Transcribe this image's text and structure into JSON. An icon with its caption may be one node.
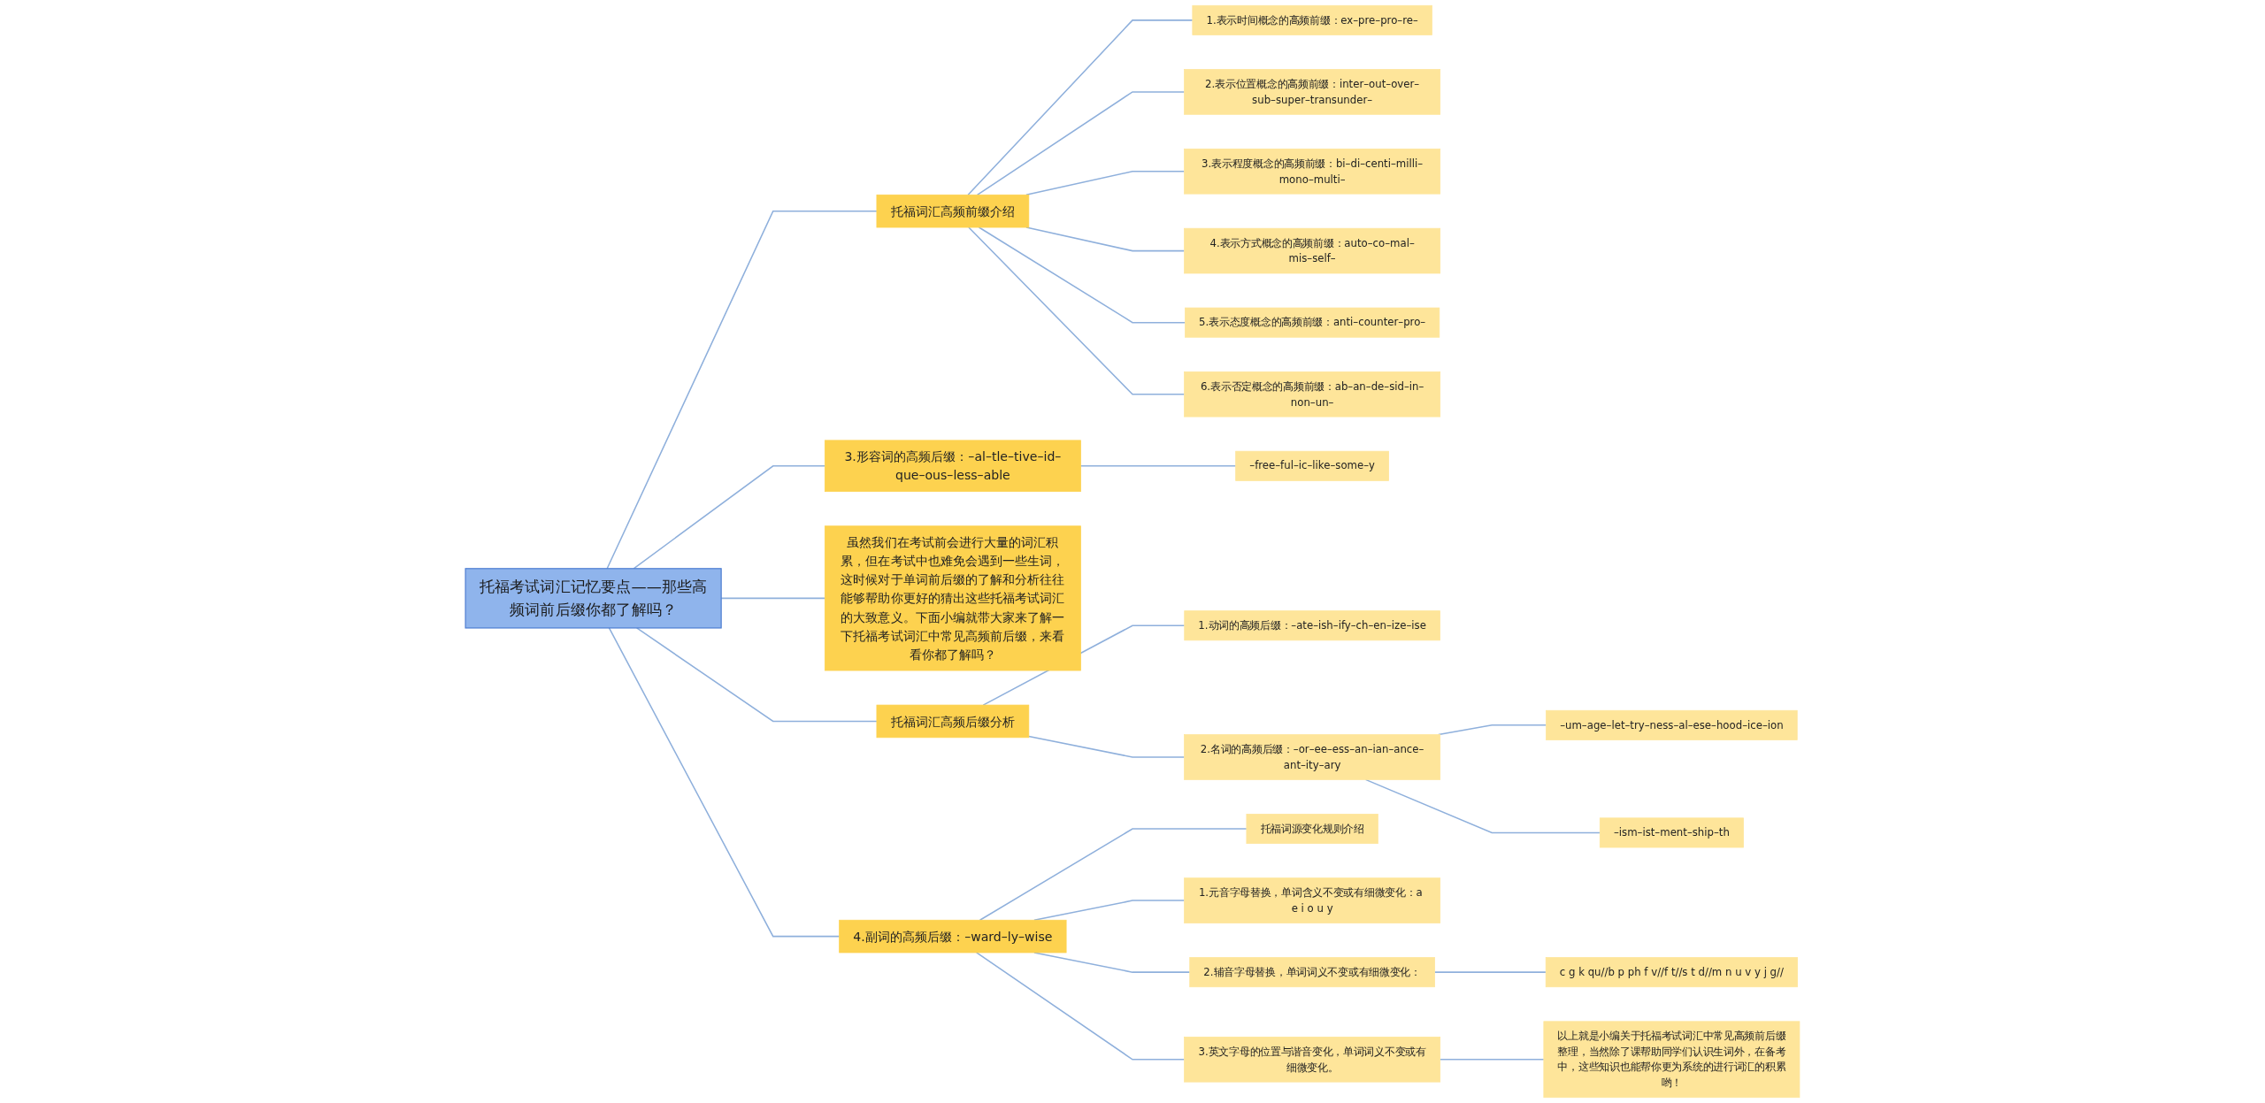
{
  "diagram": {
    "nodes": [
      {
        "text": [
          "托福考试词汇记忆要点——那些高频词前后缀你都了解吗？"
        ]
      },
      {
        "text": [
          "托福词汇高频前缀介绍"
        ]
      },
      {
        "text": [
          "1.表示时间概念的高频前缀：ex–pre–pro–re–"
        ]
      },
      {
        "text": [
          "2.表示位置概念的高频前缀：inter–out–over–sub–super–transunder–"
        ]
      },
      {
        "text": [
          "3.表示程度概念的高频前缀：bi–di–centi–milli–mono–multi–"
        ]
      },
      {
        "text": [
          "4.表示方式概念的高频前缀：auto–co–mal–mis–self–"
        ]
      },
      {
        "text": [
          "5.表示态度概念的高频前缀：anti–counter–pro–"
        ]
      },
      {
        "text": [
          "6.表示否定概念的高频前缀：ab–an–de–sid–in–non–un–"
        ]
      },
      {
        "text": [
          "3.形容词的高频后缀：–al–tle–tive–id–que–ous–less–able"
        ]
      },
      {
        "text": [
          "–free–ful–ic–like–some–y"
        ]
      },
      {
        "text": [
          "虽然我们在考试前会进行大量的词汇积累，但在考试中也难免会遇到一些生词，这时候对于单词前后缀的了解和分析往往能够帮助你更好的猜出这些托福考试词汇的大致意义。下面小编就带大家来了解一下托福考试词汇中常见高频前后缀，来看看你都了解吗？"
        ]
      },
      {
        "text": [
          "托福词汇高频后缀分析"
        ]
      },
      {
        "text": [
          "1.动词的高频后缀：–ate–ish–ify–ch–en–ize–ise"
        ]
      },
      {
        "text": [
          "2.名词的高频后缀：–or–ee–ess–an–ian–ance–ant–ity–ary"
        ]
      },
      {
        "text": [
          "–um–age–let–try–ness–al–ese–hood–ice–ion"
        ]
      },
      {
        "text": [
          "–ism–ist–ment–ship–th"
        ]
      },
      {
        "text": [
          "4.副词的高频后缀：–ward–ly–wise"
        ]
      },
      {
        "text": [
          "托福词源变化规则介绍"
        ]
      },
      {
        "text": [
          "1.元音字母替换，单词含义不变或有细微变化：a e i o u y"
        ]
      },
      {
        "text": [
          "2.辅音字母替换，单词词义不变或有细微变化："
        ]
      },
      {
        "text": [
          "c g k qu//b p ph f v//f t//s t d//m n u v y j g//"
        ]
      },
      {
        "text": [
          "3.英文字母的位置与谐音变化，单词词义不变或有细微变化。"
        ]
      },
      {
        "text": [
          "以上就是小编关于托福考试词汇中常见高频前后缀整理，当然除了课帮助同学们认识生词外，在备考中，这些知识也能帮你更为系统的进行词汇的积累哟！"
        ]
      }
    ],
    "edges": [
      {
        "from": 0,
        "to": 1,
        "arrow": "none"
      },
      {
        "from": 1,
        "to": 2,
        "arrow": "none"
      },
      {
        "from": 1,
        "to": 3,
        "arrow": "none"
      },
      {
        "from": 1,
        "to": 4,
        "arrow": "none"
      },
      {
        "from": 1,
        "to": 5,
        "arrow": "none"
      },
      {
        "from": 1,
        "to": 6,
        "arrow": "none"
      },
      {
        "from": 1,
        "to": 7,
        "arrow": "none"
      },
      {
        "from": 0,
        "to": 8,
        "arrow": "none"
      },
      {
        "from": 8,
        "to": 9,
        "arrow": "none"
      },
      {
        "from": 0,
        "to": 10,
        "arrow": "none"
      },
      {
        "from": 0,
        "to": 11,
        "arrow": "none"
      },
      {
        "from": 11,
        "to": 12,
        "arrow": "none"
      },
      {
        "from": 11,
        "to": 13,
        "arrow": "none"
      },
      {
        "from": 13,
        "to": 14,
        "arrow": "none"
      },
      {
        "from": 13,
        "to": 15,
        "arrow": "none"
      },
      {
        "from": 0,
        "to": 16,
        "arrow": "none"
      },
      {
        "from": 16,
        "to": 17,
        "arrow": "none"
      },
      {
        "from": 16,
        "to": 18,
        "arrow": "none"
      },
      {
        "from": 16,
        "to": 19,
        "arrow": "none"
      },
      {
        "from": 19,
        "to": 20,
        "arrow": "none"
      },
      {
        "from": 16,
        "to": 21,
        "arrow": "none"
      },
      {
        "from": 21,
        "to": 22,
        "arrow": "none"
      }
    ]
  }
}
